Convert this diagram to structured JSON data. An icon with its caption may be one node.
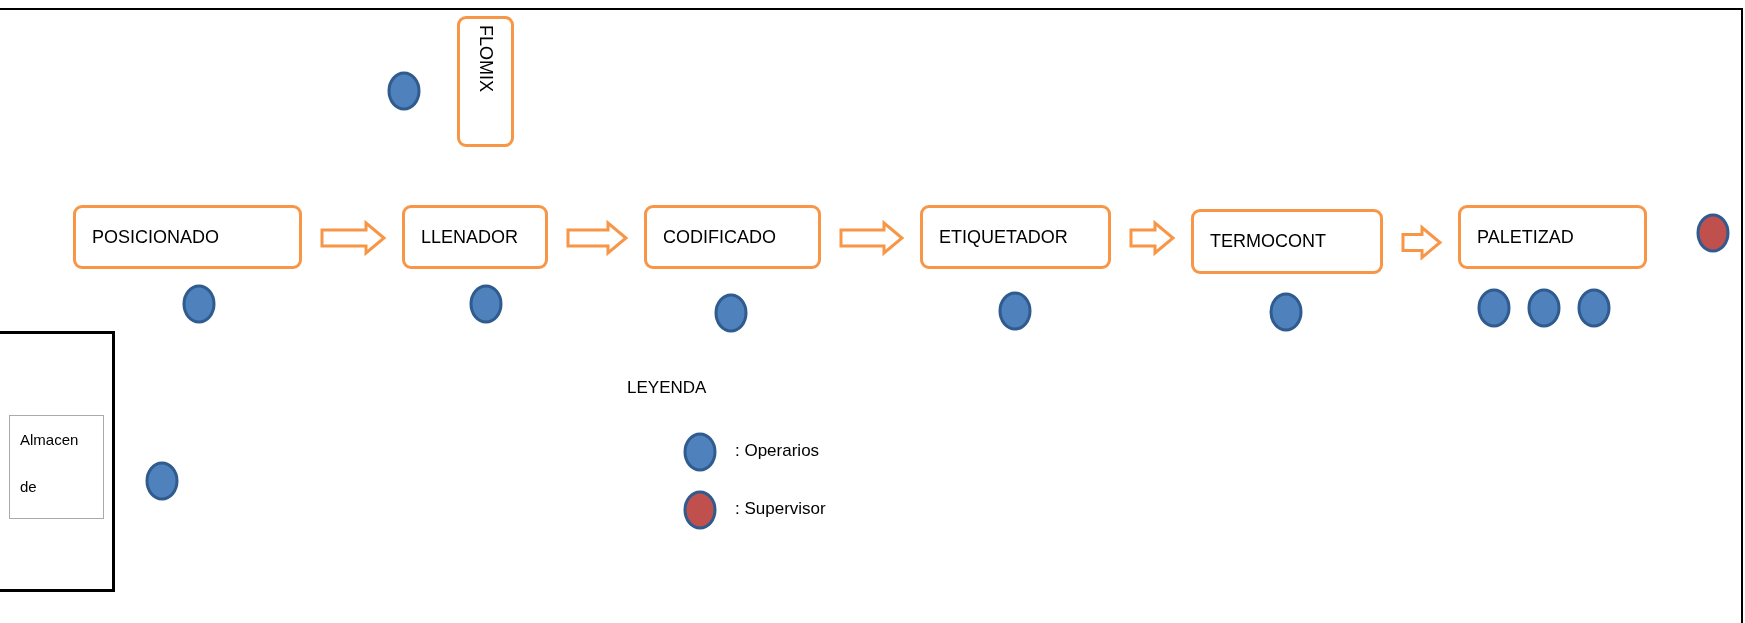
{
  "diagram": {
    "nodes": [
      {
        "text": [
          "FLOMIX"
        ]
      },
      {
        "text": [
          "POSICIONADO"
        ]
      },
      {
        "text": [
          "LLENADOR"
        ]
      },
      {
        "text": [
          "CODIFICADO"
        ]
      },
      {
        "text": [
          "ETIQUETADOR"
        ]
      },
      {
        "text": [
          "TERMOCONT"
        ]
      },
      {
        "text": [
          "PALETIZAD"
        ]
      },
      {
        "text": [
          "Almacen de"
        ]
      }
    ],
    "edges": [
      {
        "from": 1,
        "to": 2,
        "arrow": "to"
      },
      {
        "from": 2,
        "to": 3,
        "arrow": "to"
      },
      {
        "from": 3,
        "to": 4,
        "arrow": "to"
      },
      {
        "from": 4,
        "to": 5,
        "arrow": "to"
      },
      {
        "from": 5,
        "to": 6,
        "arrow": "to"
      }
    ],
    "labels": [
      "LEYENDA"
    ],
    "legend": [
      {
        "text": ": Operarios",
        "color": "#4f81bd"
      },
      {
        "text": ": Supervisor",
        "color": "#c0504d"
      }
    ]
  }
}
